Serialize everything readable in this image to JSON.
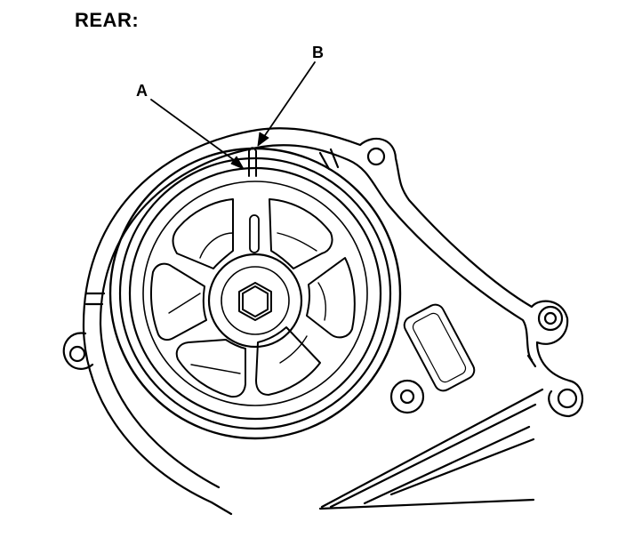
{
  "caption": "REAR:",
  "callouts": {
    "a": "A",
    "b": "B"
  },
  "colors": {
    "ink": "#000000",
    "paper": "#ffffff"
  }
}
